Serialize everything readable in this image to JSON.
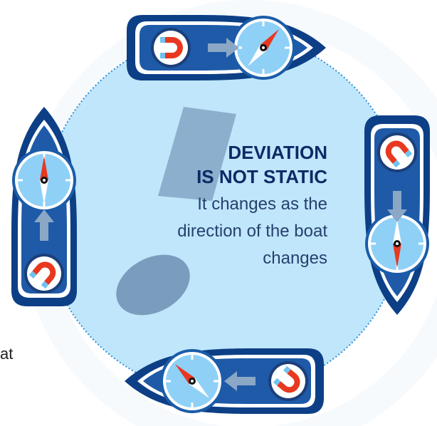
{
  "heading": {
    "line1": "DEVIATION",
    "line2": "IS NOT STATIC"
  },
  "description": {
    "line1": "It changes as the",
    "line2": "direction of the boat",
    "line3": "changes"
  },
  "edge_text": "at",
  "colors": {
    "circle": "#bfe6fb",
    "circle_border": "#2d8fd6",
    "boat_outer": "#0d3f86",
    "boat_inner": "#2a6cc0",
    "compass_face": "#8fd0f7",
    "needle_north": "#e8381f",
    "arrow": "#8aa7c6",
    "magnet_red": "#e8381f"
  },
  "icons": [
    "boat",
    "compass",
    "magnet",
    "arrow"
  ],
  "boats": [
    {
      "id": "top",
      "heading": "east"
    },
    {
      "id": "right",
      "heading": "south"
    },
    {
      "id": "bottom",
      "heading": "west"
    },
    {
      "id": "left",
      "heading": "north"
    }
  ]
}
